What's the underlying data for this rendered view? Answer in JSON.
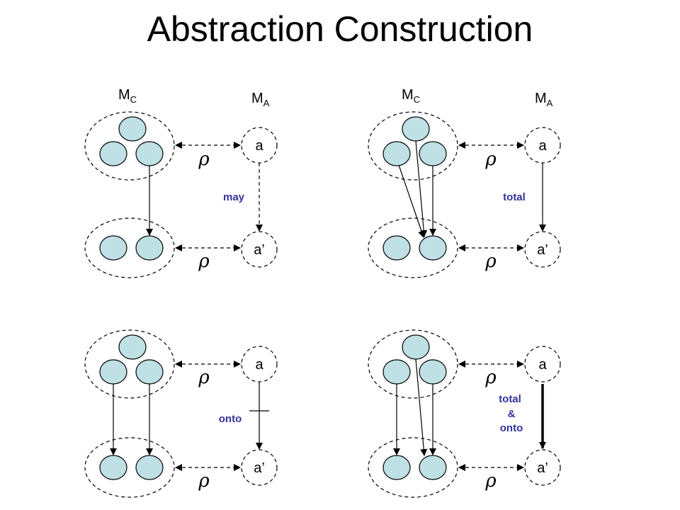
{
  "title": "Abstraction Construction",
  "colors": {
    "concrete_state_fill": "#bfe0e4",
    "relation_label": "#333399",
    "line": "#000000"
  },
  "panels": [
    {
      "concrete_label_main": "M",
      "concrete_label_sub": "C",
      "abstract_label_main": "M",
      "abstract_label_sub": "A",
      "rho_top": "ρ",
      "rho_bottom": "ρ",
      "abs_top": "a",
      "abs_bottom": "a’",
      "relation_label": [
        "may"
      ],
      "abstract_arrow_style": "dashed"
    },
    {
      "concrete_label_main": "M",
      "concrete_label_sub": "C",
      "abstract_label_main": "M",
      "abstract_label_sub": "A",
      "rho_top": "ρ",
      "rho_bottom": "ρ",
      "abs_top": "a",
      "abs_bottom": "a’",
      "relation_label": [
        "total"
      ],
      "abstract_arrow_style": "solid"
    },
    {
      "rho_top": "ρ",
      "rho_bottom": "ρ",
      "abs_top": "a",
      "abs_bottom": "a’",
      "relation_label": [
        "onto"
      ],
      "abstract_arrow_style": "solid-tick"
    },
    {
      "rho_top": "ρ",
      "rho_bottom": "ρ",
      "abs_top": "a",
      "abs_bottom": "a’",
      "relation_label": [
        "total",
        "&",
        "onto"
      ],
      "abstract_arrow_style": "bold"
    }
  ]
}
